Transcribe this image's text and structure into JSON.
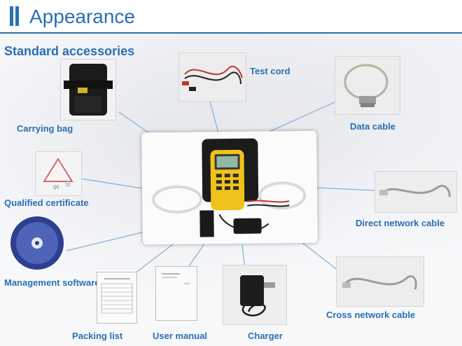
{
  "header": {
    "title": "Appearance"
  },
  "subtitle": "Standard accessories",
  "items": {
    "test_cord": "Test cord",
    "carrying_bag": "Carrying bag",
    "data_cable": "Data cable",
    "qualified_certificate": "Qualified certificate",
    "direct_network_cable": "Direct network cable",
    "management_software": "Management software",
    "cross_network_cable": "Cross network cable",
    "packing_list": "Packing list",
    "user_manual": "User manual",
    "charger": "Charger"
  },
  "colors": {
    "accent": "#2a6fb3",
    "connector_line": "#7fb0d8"
  }
}
